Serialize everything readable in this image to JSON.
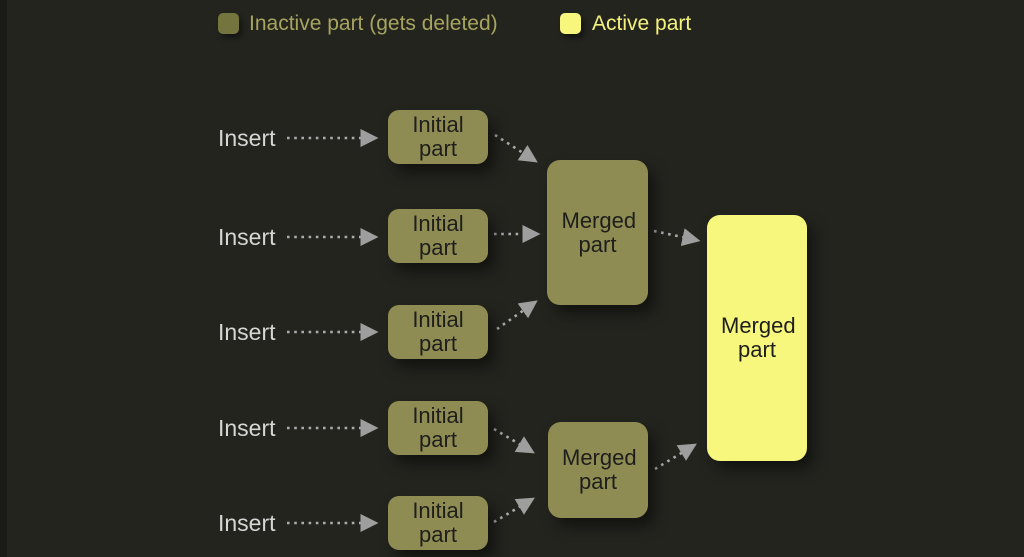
{
  "legend": {
    "inactive_label": "Inactive part (gets deleted)",
    "active_label": "Active part"
  },
  "nodes": {
    "insert_label": "Insert",
    "initial_label": "Initial part",
    "merged_label": "Merged part"
  },
  "colors": {
    "background": "#24241f",
    "inactive_fill": "#8e8c52",
    "legend_inactive_fill": "#74743f",
    "active_fill": "#f7f77e",
    "box_text": "#1e1e1c",
    "insert_text": "#d6d6d4",
    "legend_inactive_text": "#a6a45e",
    "legend_active_text": "#f4f27e",
    "arrow": "#aaaaaa"
  }
}
